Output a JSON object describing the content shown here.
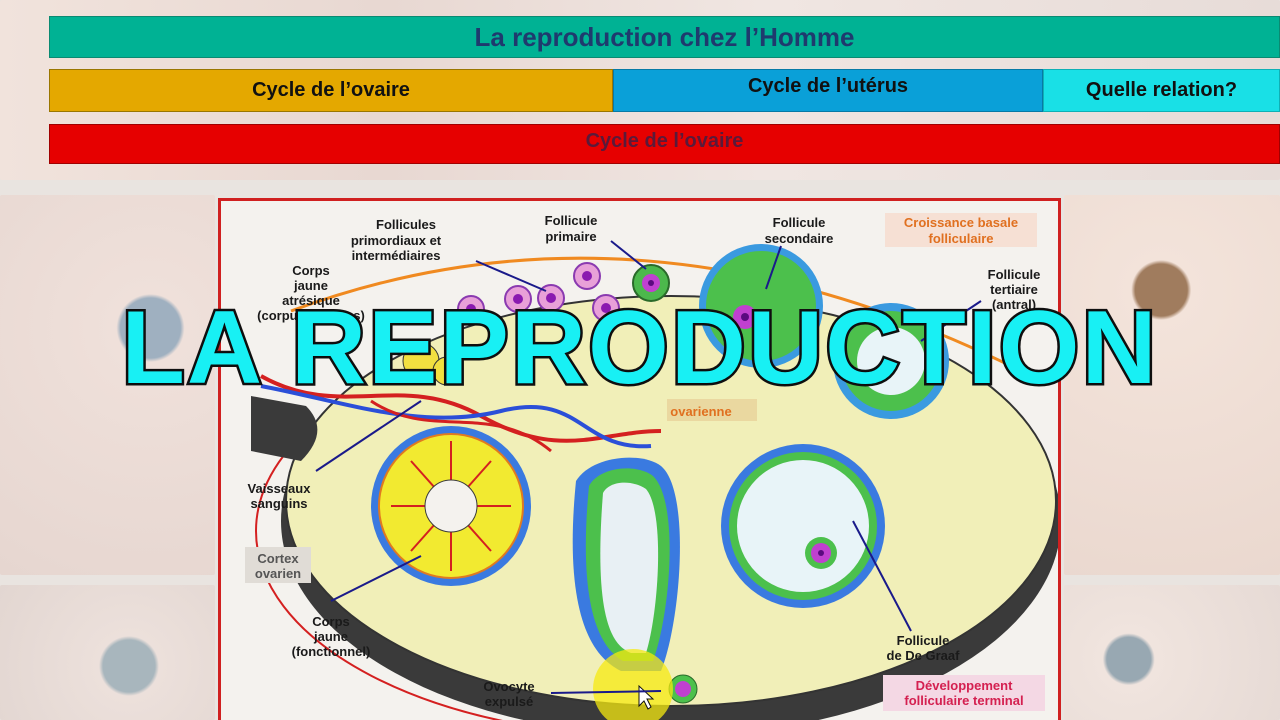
{
  "header": {
    "title": "La reproduction chez l’Homme",
    "tabs": [
      "Cycle de l’ovaire",
      "Cycle de l’utérus",
      "Quelle relation?"
    ],
    "section": "Cycle de l’ovaire"
  },
  "overlay_title": "LA REPRODUCTION",
  "diagram": {
    "labels": {
      "follicules_primordiaux": [
        "Follicules",
        "primordiaux et",
        "intermédiaires"
      ],
      "follicule_primaire": [
        "Follicule",
        "primaire"
      ],
      "follicule_secondaire": [
        "Follicule",
        "secondaire"
      ],
      "croissance_basale": [
        "Croissance basale",
        "folliculaire"
      ],
      "corps_jaune_atresique": [
        "Corps",
        "jaune",
        "atrésique",
        "(corpus albicans)"
      ],
      "follicule_tertiaire": [
        "Follicule",
        "tertiaire",
        "(antral)"
      ],
      "medulla": [
        "ovarienne"
      ],
      "vaisseaux": [
        "Vaisseaux",
        "sanguins"
      ],
      "cortex": [
        "Cortex",
        "ovarien"
      ],
      "corps_jaune_fonctionnel": [
        "Corps",
        "jaune",
        "(fonctionnel)"
      ],
      "follicule_de_graaf": [
        "Follicule",
        "de De Graaf"
      ],
      "ovocyte": [
        "Ovocyte",
        "expulsé"
      ],
      "developpement": [
        "Développement",
        "folliculaire terminal"
      ]
    }
  },
  "colors": {
    "title_bar": "#00b294",
    "tab_ovary": "#e4a800",
    "tab_uterus": "#0aa0d8",
    "tab_relation": "#19e0e6",
    "section_bar": "#e60000",
    "overlay_text": "#18f0f4"
  }
}
